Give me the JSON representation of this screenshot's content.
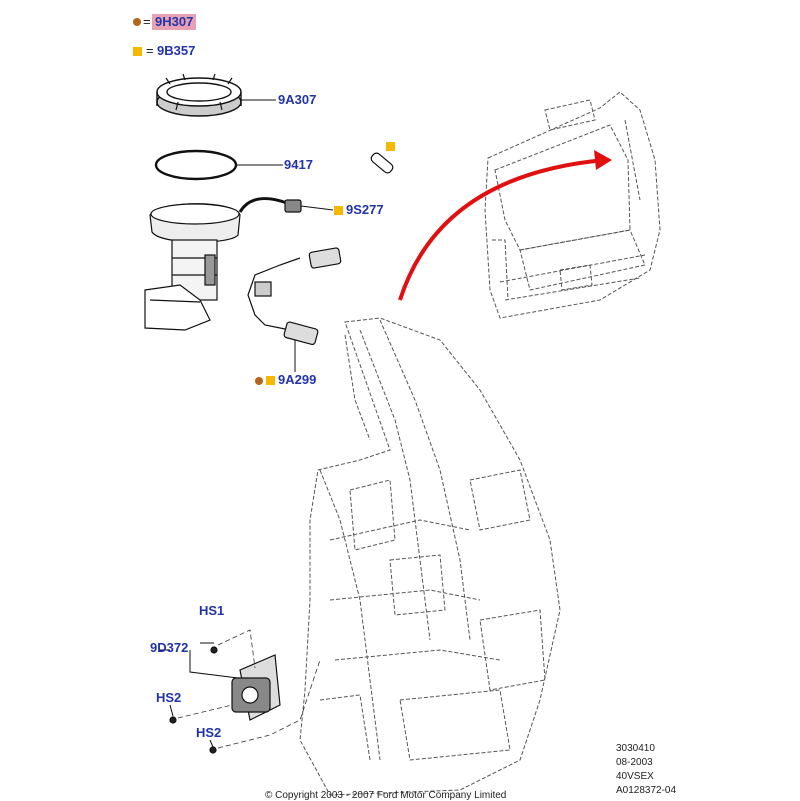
{
  "legend": {
    "symbol1": {
      "label": "9H307",
      "separator": "="
    },
    "symbol2": {
      "label": "9B357",
      "separator": "="
    }
  },
  "callouts": {
    "lock_ring": "9A307",
    "seal": "9417",
    "connector": "9S277",
    "sender": "9A299",
    "hs1": "HS1",
    "bracket": "9D372",
    "hs2a": "HS2",
    "hs2b": "HS2"
  },
  "info": {
    "line1": "3030410",
    "line2": "08-2003",
    "line3": "40VSEX",
    "line4": "A0128372-04"
  },
  "copyright": "© Copyright  2003 - 2007  Ford Motor Company Limited",
  "colors": {
    "accent_dot": "#b5651d",
    "accent_square": "#f5b800",
    "label_blue": "#2233aa",
    "highlight": "#e8a0b4",
    "arrow_red": "#e01010"
  }
}
